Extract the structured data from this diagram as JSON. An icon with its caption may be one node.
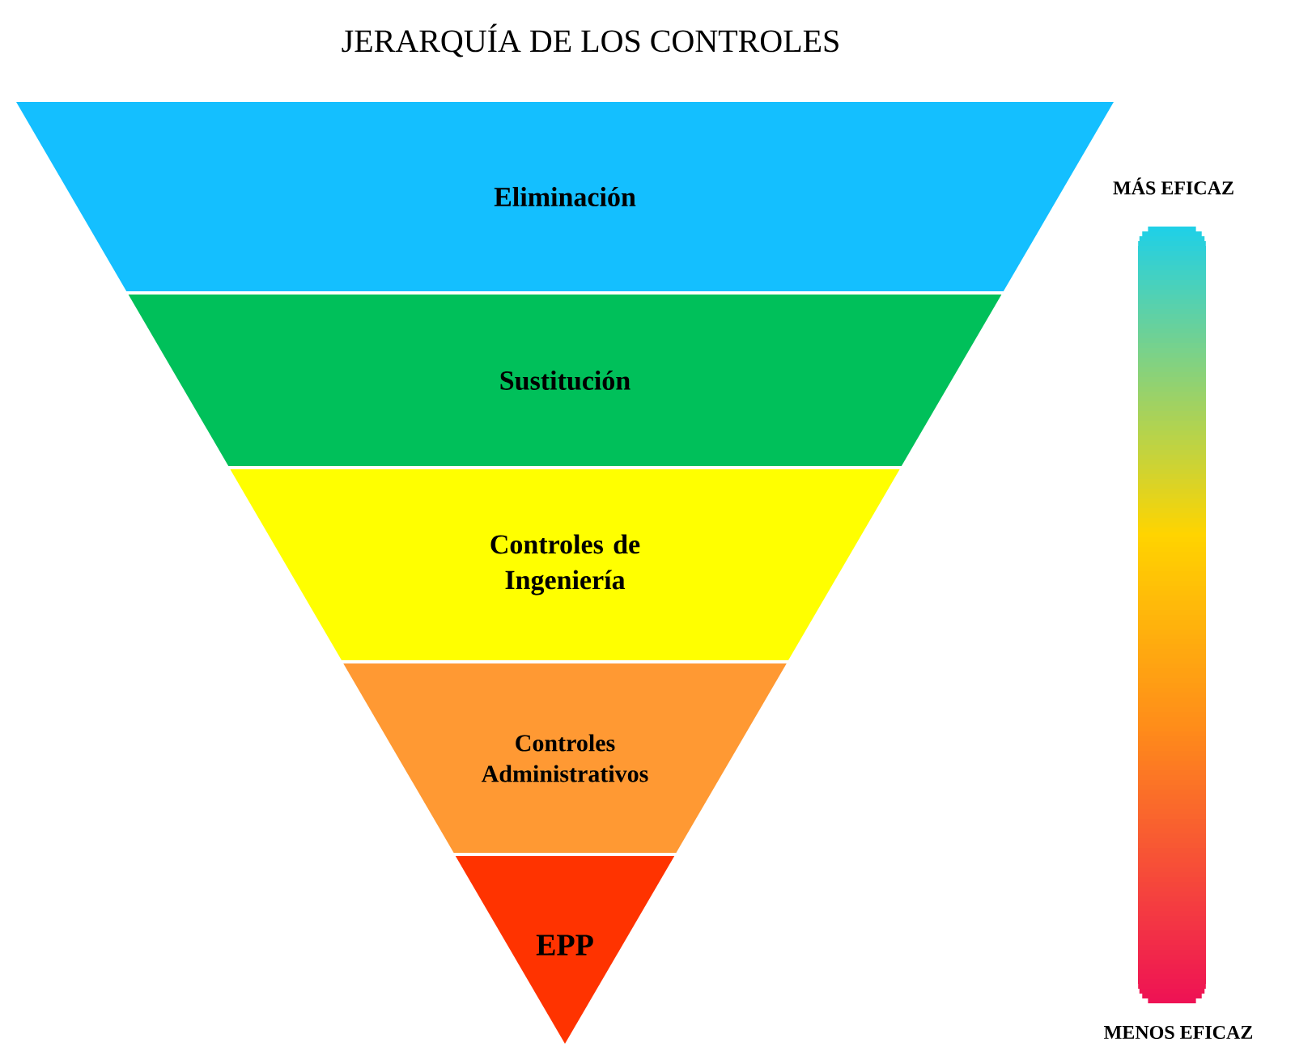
{
  "diagram": {
    "title": "JERARQUÍA DE LOS CONTROLES",
    "nodes": [
      {
        "text": [
          "Eliminación"
        ]
      },
      {
        "text": [
          "Sustitución"
        ]
      },
      {
        "text": [
          "Controles de Ingeniería"
        ]
      },
      {
        "text": [
          "Controles Administrativos"
        ]
      },
      {
        "text": [
          "EPP"
        ]
      }
    ],
    "labels": [
      "MÁS EFICAZ",
      "MENOS EFICAZ"
    ]
  }
}
